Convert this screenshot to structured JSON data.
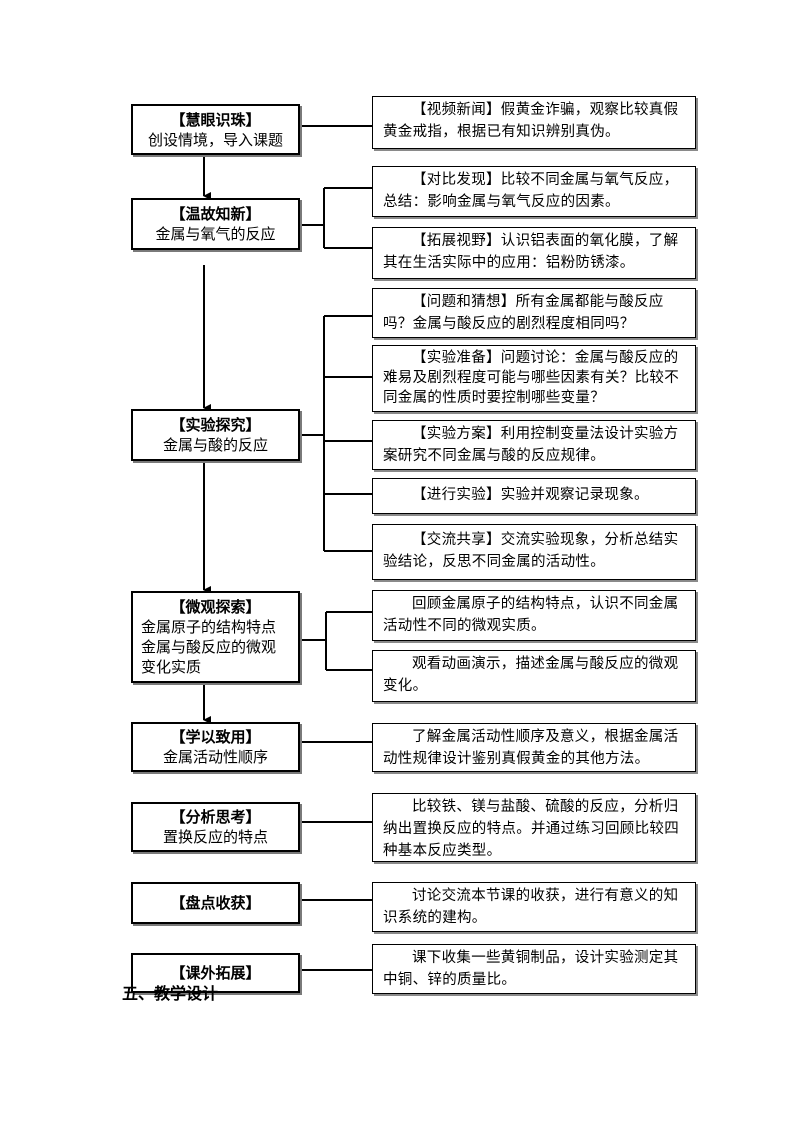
{
  "stages": [
    {
      "title": "【慧眼识珠】",
      "lines": [
        "创设情境，导入课题"
      ]
    },
    {
      "title": "【温故知新】",
      "lines": [
        "金属与氧气的反应"
      ]
    },
    {
      "title": "【实验探究】",
      "lines": [
        "金属与酸的反应"
      ]
    },
    {
      "title": "【微观探索】",
      "lines": [
        "金属原子的结构特点",
        "金属与酸反应的微观",
        "变化实质"
      ]
    },
    {
      "title": "【学以致用】",
      "lines": [
        "金属活动性顺序"
      ]
    },
    {
      "title": "【分析思考】",
      "lines": [
        "置换反应的特点"
      ]
    },
    {
      "title": "【盘点收获】",
      "lines": []
    },
    {
      "title": "【课外拓展】",
      "lines": []
    }
  ],
  "activities": [
    "【视频新闻】假黄金诈骗，观察比较真假黄金戒指，根据已有知识辨别真伪。",
    "【对比发现】比较不同金属与氧气反应，总结：影响金属与氧气反应的因素。",
    "【拓展视野】认识铝表面的氧化膜，了解其在生活实际中的应用：铝粉防锈漆。",
    "【问题和猜想】所有金属都能与酸反应吗？金属与酸反应的剧烈程度相同吗？",
    "【实验准备】问题讨论：金属与酸反应的难易及剧烈程度可能与哪些因素有关？比较不同金属的性质时要控制哪些变量？",
    "【实验方案】利用控制变量法设计实验方案研究不同金属与酸的反应规律。",
    "【进行实验】实验并观察记录现象。",
    "【交流共享】交流实验现象，分析总结实验结论，反思不同金属的活动性。",
    "回顾金属原子的结构特点，认识不同金属活动性不同的微观实质。",
    "观看动画演示，描述金属与酸反应的微观变化。",
    "了解金属活动性顺序及意义，根据金属活动性规律设计鉴别真假黄金的其他方法。",
    "比较铁、镁与盐酸、硫酸的反应，分析归纳出置换反应的特点。并通过练习回顾比较四种基本反应类型。",
    "讨论交流本节课的收获，进行有意义的知识系统的建构。",
    "课下收集一些黄铜制品，设计实验测定其中铜、锌的质量比。"
  ],
  "footer": "五、教学设计"
}
